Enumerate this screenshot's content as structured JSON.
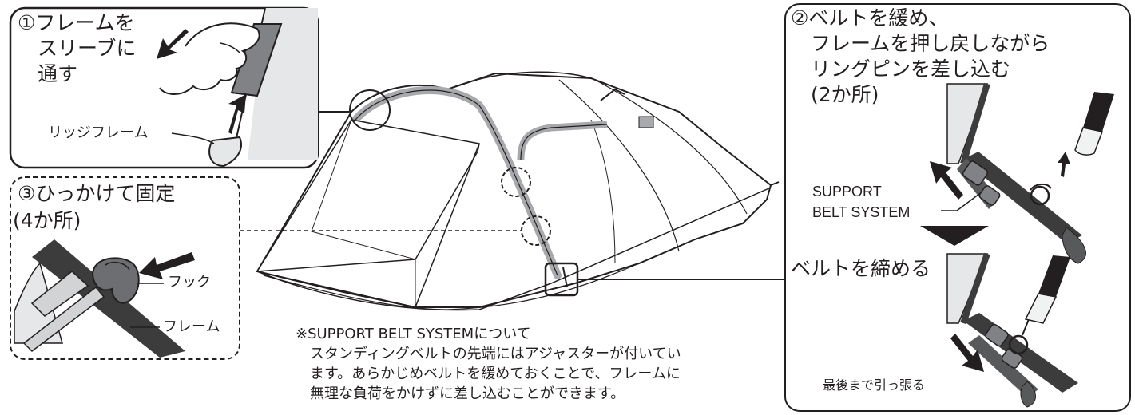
{
  "colors": {
    "ink": "#231f20",
    "frame_gray": "#a7a9ac",
    "strap": "#3c3c3c",
    "panel_line": "#231f20"
  },
  "panel1": {
    "title_lines": [
      "①フレームを",
      "　スリーブに",
      "　通す"
    ],
    "ridge_label": "リッジフレーム"
  },
  "panel2": {
    "title_lines": [
      "②ベルトを緩め、",
      "　フレームを押し戻しながら",
      "　リングピンを差し込む",
      "　(2か所)"
    ],
    "support_label_line1": "SUPPORT",
    "support_label_line2": "BELT SYSTEM",
    "tighten_label": "ベルトを締める",
    "pull_label": "最後まで引っ張る"
  },
  "panel3": {
    "title_lines": [
      "③ひっかけて固定",
      "(4か所)"
    ],
    "hook_label": "フック",
    "frame_label": "フレーム"
  },
  "note": {
    "lines": [
      "※SUPPORT BELT SYSTEMについて",
      "　スタンディングベルトの先端にはアジャスターが付いてい",
      "　ます。あらかじめベルトを緩めておくことで、フレームに",
      "　無理な負荷をかけずに差し込むことができます。"
    ]
  }
}
